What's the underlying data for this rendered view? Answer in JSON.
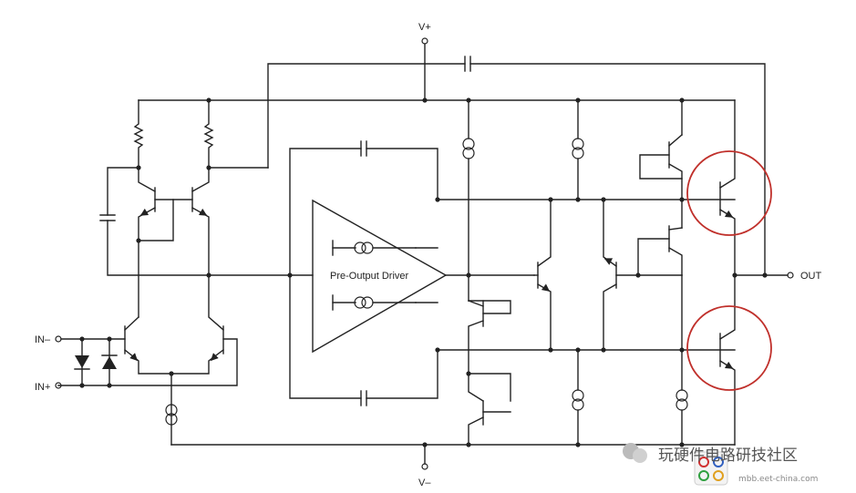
{
  "labels": {
    "vplus": "V+",
    "vminus": "V–",
    "in_minus": "IN–",
    "in_plus": "IN+",
    "out": "OUT",
    "driver": "Pre-Output Driver"
  },
  "watermark": {
    "text": "玩硬件电路研技社区",
    "site": "mbb.eet-china.com"
  },
  "colors": {
    "wire": "#222222",
    "highlight_circle": "#c0302b"
  }
}
